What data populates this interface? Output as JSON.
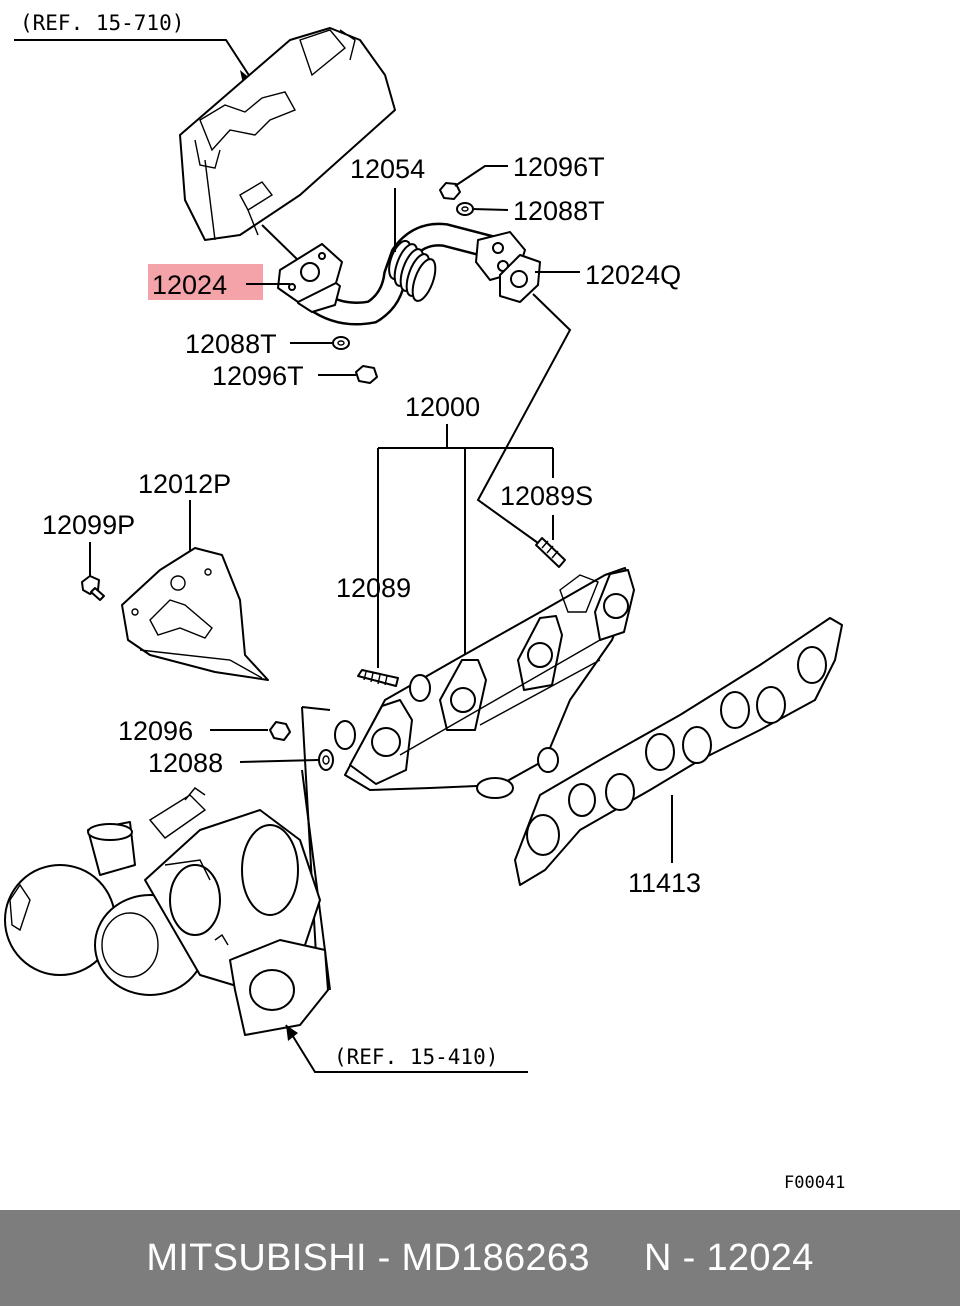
{
  "diagram": {
    "refs": [
      "(REF. 15-710)",
      "(REF. 15-410)"
    ],
    "highlight_color": "#f4a3a8",
    "parts": [
      {
        "id": "12054"
      },
      {
        "id": "12096T"
      },
      {
        "id": "12088T"
      },
      {
        "id": "12024"
      },
      {
        "id": "12024Q"
      },
      {
        "id": "12088T"
      },
      {
        "id": "12096T"
      },
      {
        "id": "12000"
      },
      {
        "id": "12012P"
      },
      {
        "id": "12099P"
      },
      {
        "id": "12089S"
      },
      {
        "id": "12089"
      },
      {
        "id": "12096"
      },
      {
        "id": "12088"
      },
      {
        "id": "11413"
      }
    ],
    "figure_code": "F00041"
  },
  "footer": {
    "brand": "MITSUBISHI",
    "part_number": "MD186263",
    "ref": "N - 12024",
    "text": "MITSUBISHI - MD186263     N - 12024",
    "background": "#7d7d7d"
  }
}
